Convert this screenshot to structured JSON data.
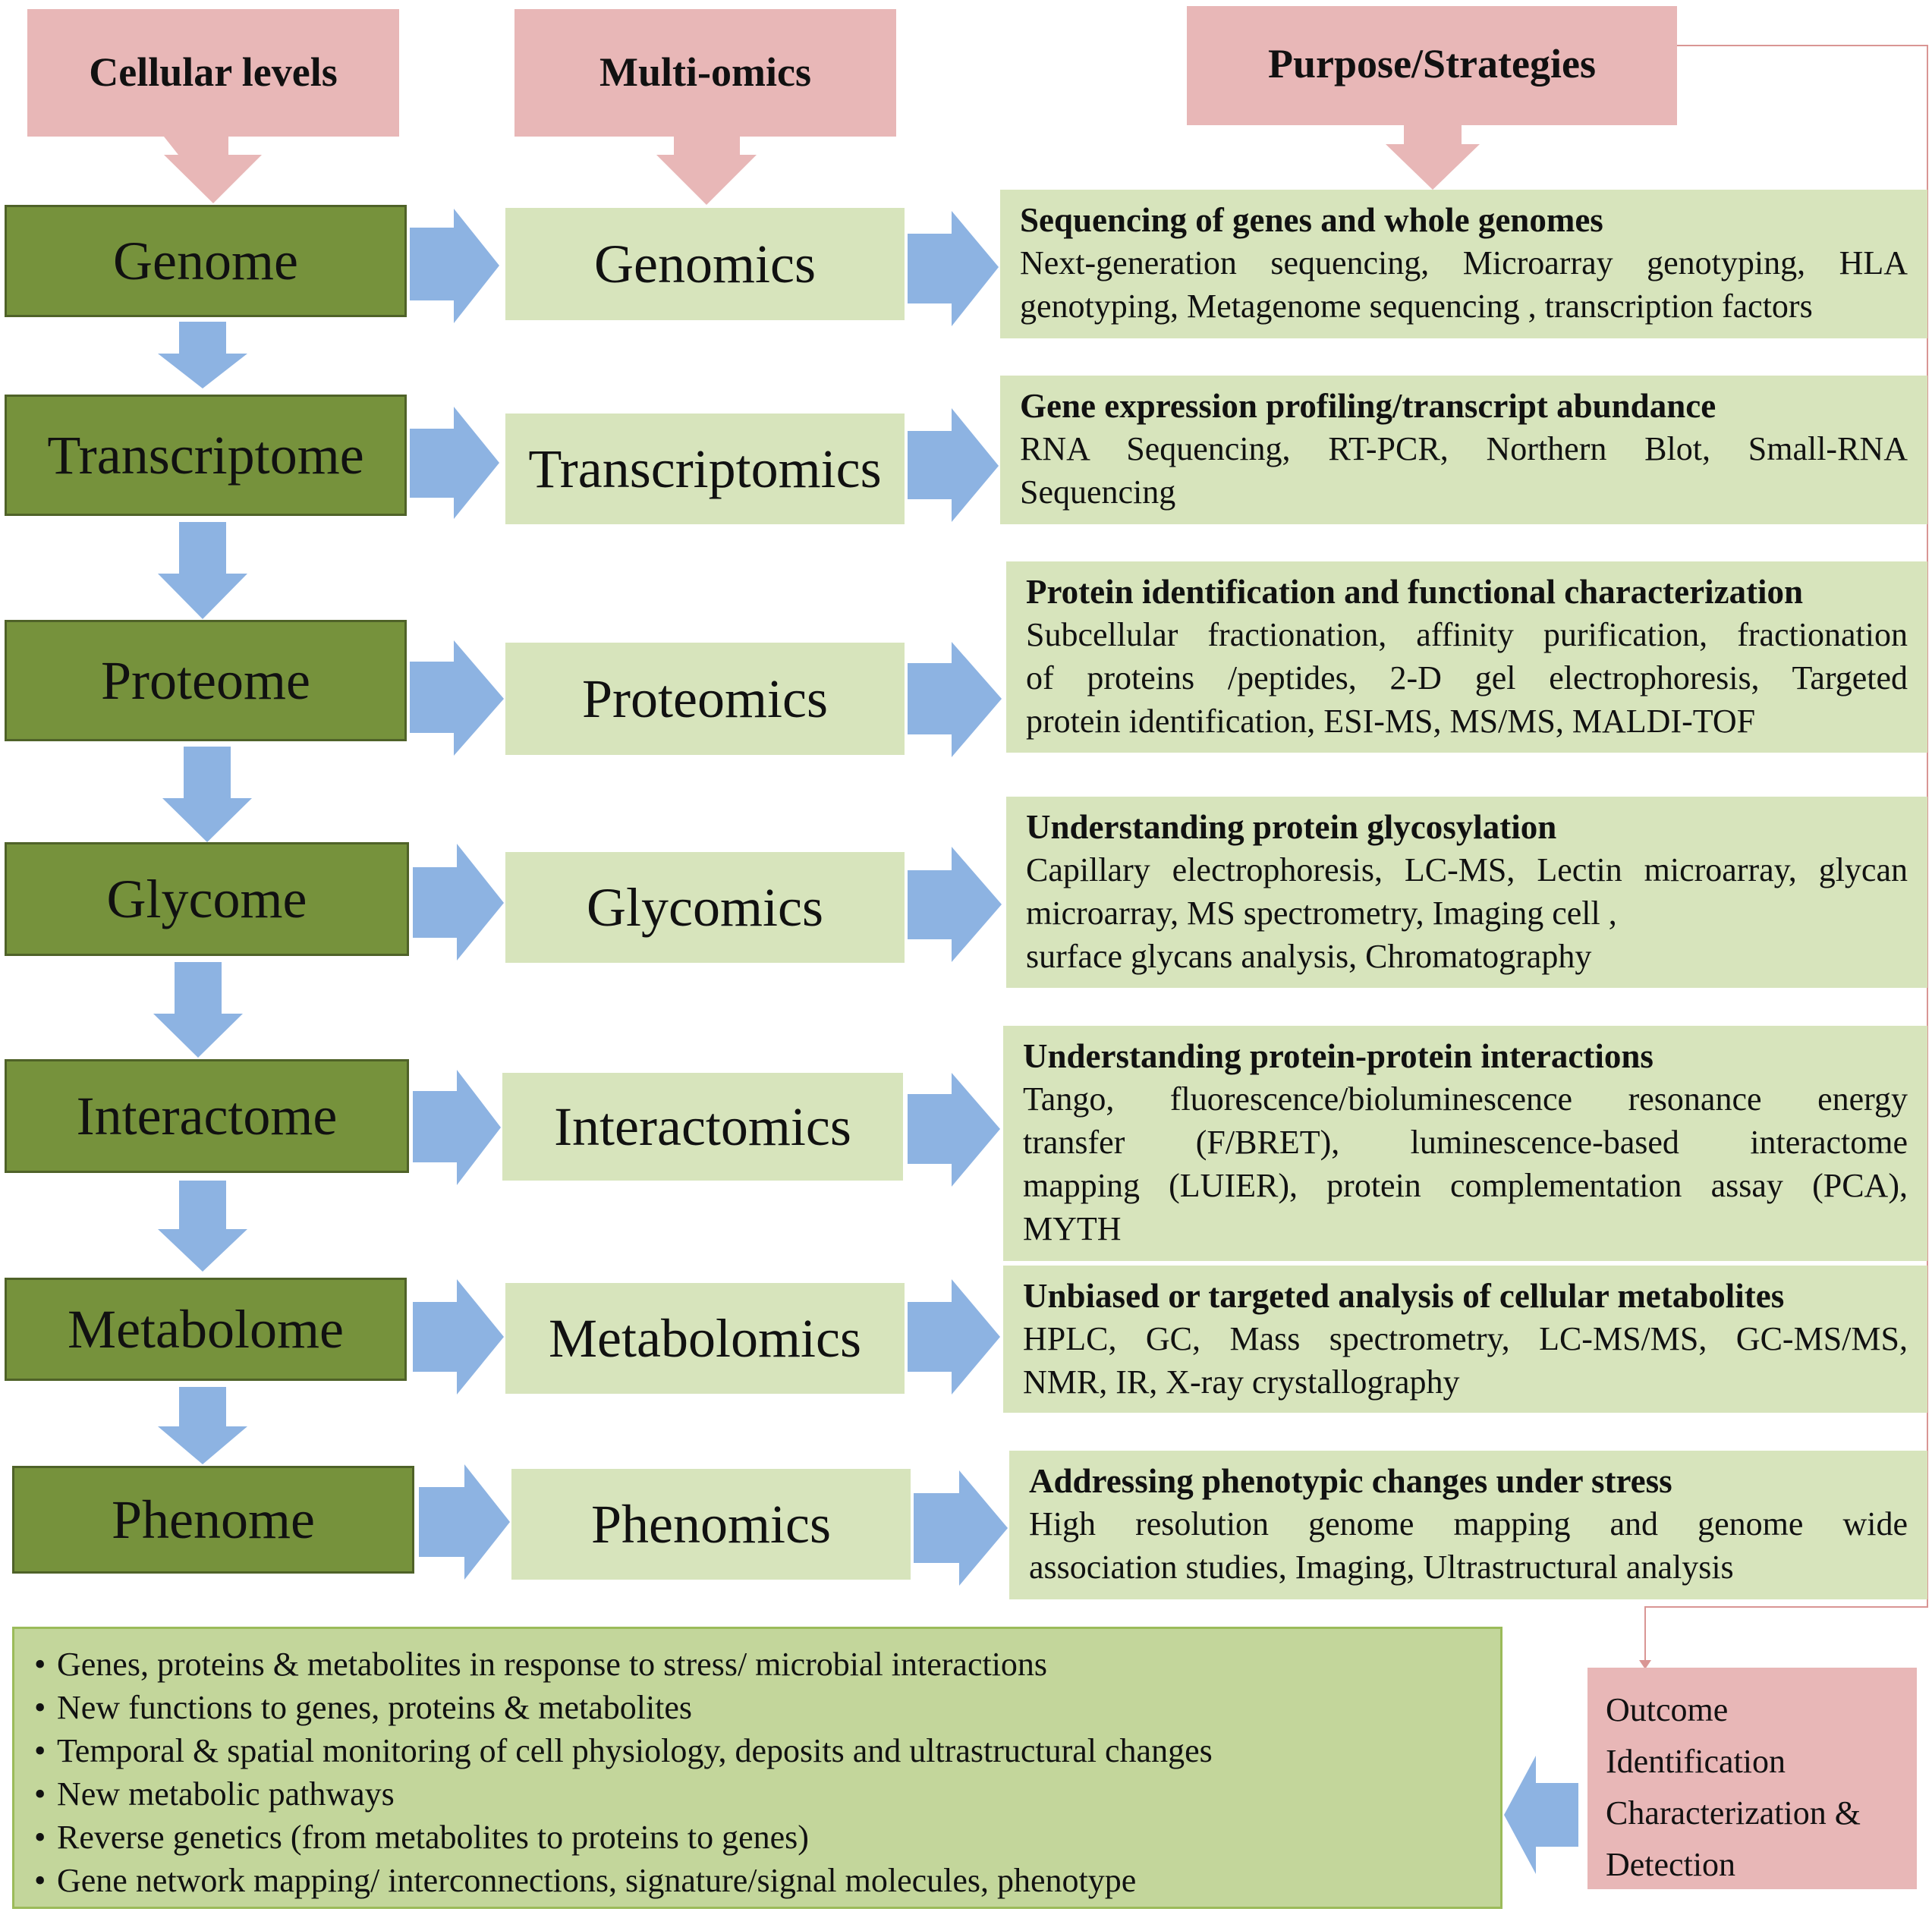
{
  "headers": {
    "cellular": "Cellular levels",
    "multiomics": "Multi-omics",
    "purpose": "Purpose/Strategies"
  },
  "levels": [
    {
      "level": "Genome",
      "omics": "Genomics",
      "title": "Sequencing of genes and whole genomes",
      "lines": [
        "Next-generation sequencing, Microarray genotyping, HLA",
        "genotyping, Metagenome sequencing , transcription factors"
      ]
    },
    {
      "level": "Transcriptome",
      "omics": "Transcriptomics",
      "title": "Gene expression profiling/transcript abundance",
      "lines": [
        "RNA Sequencing, RT-PCR, Northern Blot, Small-RNA",
        "Sequencing"
      ]
    },
    {
      "level": "Proteome",
      "omics": "Proteomics",
      "title": "Protein identification and functional characterization",
      "lines": [
        "Subcellular fractionation, affinity purification, fractionation",
        "of proteins /peptides, 2-D gel electrophoresis, Targeted",
        "protein identification, ESI-MS, MS/MS, MALDI-TOF"
      ]
    },
    {
      "level": "Glycome",
      "omics": "Glycomics",
      "title": "Understanding protein glycosylation",
      "lines": [
        "Capillary electrophoresis, LC-MS, Lectin microarray, glycan",
        "microarray, MS spectrometry, Imaging cell ,",
        "surface glycans analysis, Chromatography"
      ]
    },
    {
      "level": "Interactome",
      "omics": "Interactomics",
      "title": "Understanding protein-protein interactions",
      "lines": [
        "Tango, fluorescence/bioluminescence resonance energy",
        "transfer (F/BRET), luminescence-based interactome",
        "mapping (LUIER), protein complementation assay (PCA),",
        "MYTH"
      ]
    },
    {
      "level": "Metabolome",
      "omics": "Metabolomics",
      "title": "Unbiased or targeted analysis of cellular metabolites",
      "lines": [
        "HPLC, GC, Mass spectrometry, LC-MS/MS, GC-MS/MS,",
        "NMR, IR, X-ray crystallography"
      ]
    },
    {
      "level": "Phenome",
      "omics": "Phenomics",
      "title": "Addressing phenotypic changes under stress",
      "lines": [
        "High resolution genome mapping and genome wide",
        "association studies, Imaging, Ultrastructural analysis"
      ]
    }
  ],
  "outcomes": [
    "Genes, proteins & metabolites in response to stress/ microbial interactions",
    "New functions to genes, proteins & metabolites",
    "Temporal & spatial monitoring of cell physiology, deposits and ultrastructural changes",
    "New metabolic pathways",
    "Reverse genetics (from metabolites to proteins to genes)",
    "Gene network mapping/ interconnections, signature/signal molecules, phenotype"
  ],
  "outcome_label": [
    "Outcome",
    "Identification",
    "Characterization &",
    "Detection"
  ],
  "colors": {
    "pink": "#e8b7b7",
    "dark_green": "#76923c",
    "light_green": "#d7e4bc",
    "arrow_blue": "#8db3e2",
    "connector": "#d99694"
  }
}
